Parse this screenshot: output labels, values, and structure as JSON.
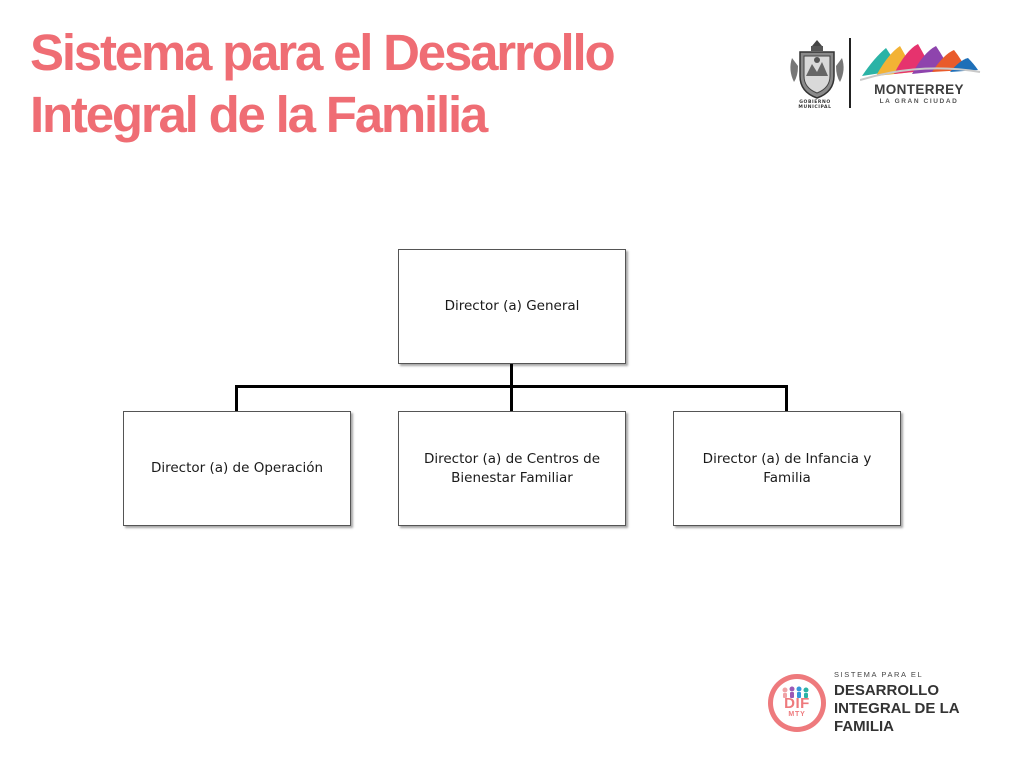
{
  "header": {
    "title_line1": "Sistema para el Desarrollo",
    "title_line2": "Integral de la Familia",
    "seal_caption": "GOBIERNO MUNICIPAL",
    "city_name": "MONTERREY",
    "city_tagline": "LA GRAN CIUDAD"
  },
  "org_chart": {
    "root": {
      "label": "Director (a) General"
    },
    "children": [
      {
        "label": "Director (a) de Operación"
      },
      {
        "label": "Director (a) de Centros de Bienestar Familiar"
      },
      {
        "label": "Director (a) de Infancia y Familia"
      }
    ]
  },
  "footer_logo": {
    "mark": "DIF",
    "mark_city": "MTY",
    "eyebrow": "SISTEMA PARA EL",
    "line1": "DESARROLLO",
    "line2": "INTEGRAL DE LA",
    "line3": "FAMILIA"
  },
  "colors": {
    "title": "#ef6d74",
    "dif_accent": "#ee7a7d",
    "connector": "#000000",
    "box_border": "#555555"
  }
}
